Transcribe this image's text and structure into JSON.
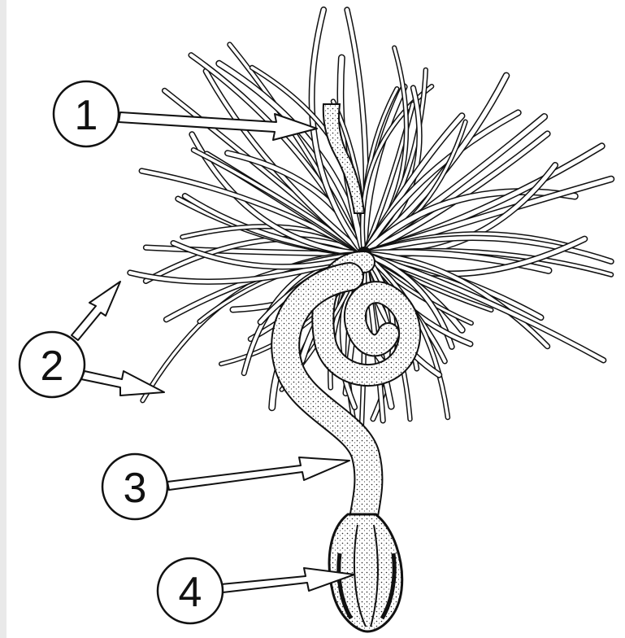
{
  "diagram": {
    "callouts": [
      {
        "label": "1",
        "target": "tube-top"
      },
      {
        "label": "2",
        "target": "tentacles"
      },
      {
        "label": "3",
        "target": "tube-middle"
      },
      {
        "label": "4",
        "target": "base-bulb"
      }
    ],
    "colors": {
      "ink": "#111111",
      "background": "#ffffff",
      "arrow_fill": "#ffffff"
    }
  }
}
